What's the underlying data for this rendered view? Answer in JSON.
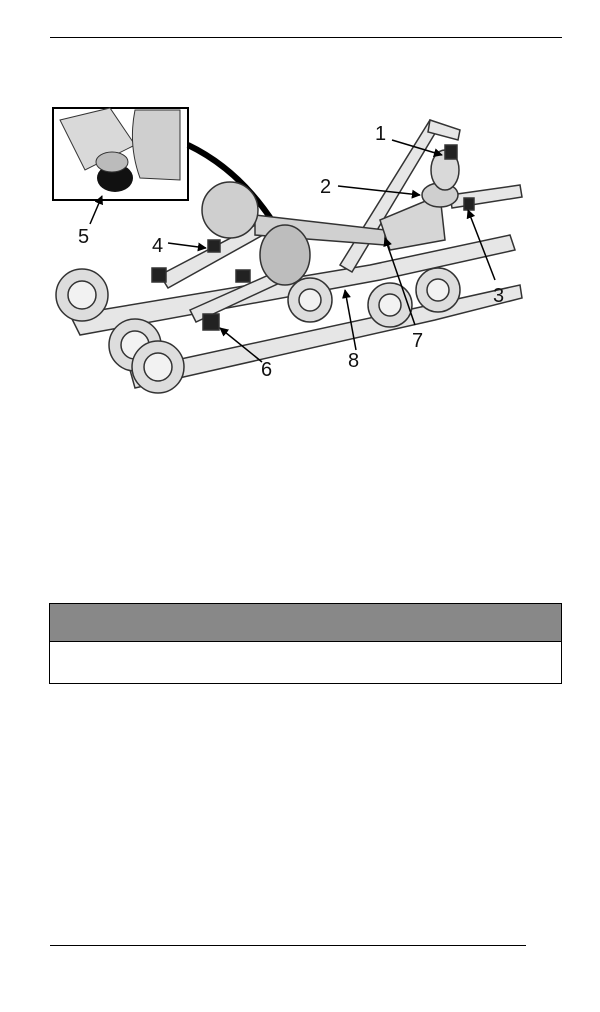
{
  "figure": {
    "callouts": [
      "1",
      "2",
      "3",
      "4",
      "5",
      "6",
      "7",
      "8"
    ]
  },
  "colors": {
    "table_header": "#888888",
    "rule": "#000000"
  }
}
